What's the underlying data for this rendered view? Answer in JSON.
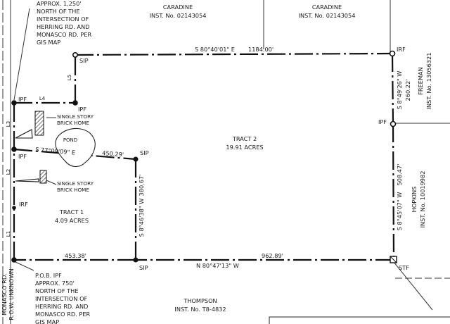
{
  "notes": {
    "top": [
      "APPROX. 1,250'",
      "NORTH OF THE",
      "INTERSECTION OF",
      "HERRING RD. AND",
      "MONASCO RD. PER",
      "GIS MAP"
    ],
    "pob": [
      "P.O.B. IPF",
      "APPROX. 750'",
      "NORTH OF THE",
      "INTERSECTION OF",
      "HERRING RD. AND",
      "MONASCO RD. PER",
      "GIS MAP"
    ]
  },
  "owners": {
    "caradine_left": {
      "name": "CARADINE",
      "inst": "INST. No. 02143054"
    },
    "caradine_right": {
      "name": "CARADINE",
      "inst": "INST. No. 02143054"
    },
    "freeman": {
      "name": "FREEMAN",
      "inst": "INST. No. 13056321"
    },
    "hopkins": {
      "name": "HOPKINS",
      "inst": "INST. No. 10019982"
    },
    "thompson": {
      "name": "THOMPSON",
      "inst": "INST. No. T8-4832"
    }
  },
  "road": {
    "name": "MONASCO RD.",
    "row": "R.O.W. UNKNOWN"
  },
  "tracts": [
    {
      "name": "TRACT 1",
      "area": "4.09 ACRES"
    },
    {
      "name": "TRACT 2",
      "area": "19.91 ACRES"
    }
  ],
  "bearings": {
    "north": {
      "bearing": "S 80°40'01\" E",
      "distance": "1184.00'"
    },
    "east_upper": {
      "bearing": "S 8°49'26\" W",
      "distance": "260.22'"
    },
    "east_lower": {
      "bearing": "S 8°45'07\" W",
      "distance": "508.47'"
    },
    "south_t2": {
      "bearing": "N 80°47'13\" W",
      "distance": "962.89'"
    },
    "south_t1": {
      "distance": "453.38'"
    },
    "divider": {
      "bearing": "S 8°46'38\" W",
      "distance": "380.67'"
    },
    "pond_line": {
      "bearing": "S 77°09'09\" E",
      "distance": "450.29'"
    }
  },
  "line_labels": [
    "L1",
    "L2",
    "L3",
    "L4",
    "L5"
  ],
  "markers": {
    "sip": "SIP",
    "irf": "IRF",
    "ipf": "IPF",
    "stf": "STF"
  },
  "features": {
    "pond": "POND",
    "home1": [
      "SINGLE STORY",
      "BRICK HOME"
    ],
    "home2": [
      "SINGLE STORY",
      "BRICK HOME"
    ]
  }
}
